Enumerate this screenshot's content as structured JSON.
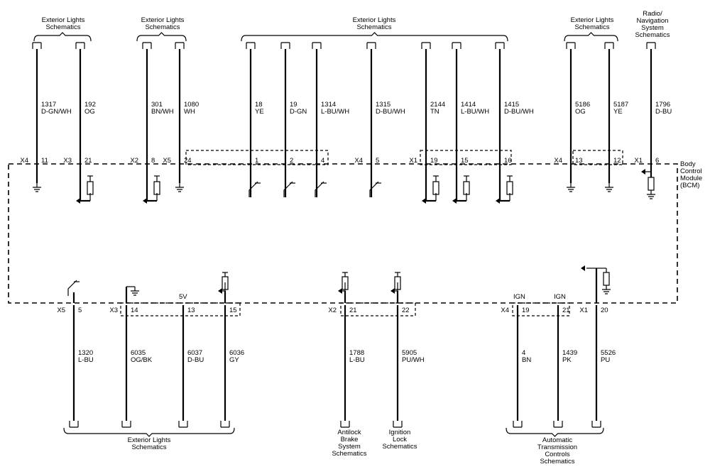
{
  "module": {
    "l1": "Body",
    "l2": "Control",
    "l3": "Module",
    "l4": "(BCM)"
  },
  "headers": {
    "top1": {
      "l1": "Exterior Lights",
      "l2": "Schematics"
    },
    "top2": {
      "l1": "Exterior Lights",
      "l2": "Schematics"
    },
    "top3": {
      "l1": "Exterior Lights",
      "l2": "Schematics"
    },
    "top4": {
      "l1": "Exterior Lights",
      "l2": "Schematics"
    },
    "top5": {
      "l1": "Radio/",
      "l2": "Navigation",
      "l3": "System",
      "l4": "Schematics"
    },
    "bot1": {
      "l1": "Exterior Lights",
      "l2": "Schematics"
    },
    "bot2": {
      "l1": "Antilock",
      "l2": "Brake",
      "l3": "System",
      "l4": "Schematics"
    },
    "bot3": {
      "l1": "Ignition",
      "l2": "Lock",
      "l3": "Schematics"
    },
    "bot4": {
      "l1": "Automatic",
      "l2": "Transmission",
      "l3": "Controls",
      "l4": "Schematics"
    }
  },
  "top_wires": [
    {
      "circuit": "1317",
      "color": "D-GN/WH",
      "conn": "X4",
      "pin": "11",
      "sym": "ground"
    },
    {
      "circuit": "192",
      "color": "OG",
      "conn": "X3",
      "pin": "21",
      "sym": "output"
    },
    {
      "circuit": "301",
      "color": "BN/WH",
      "conn": "X2",
      "pin": "8",
      "sym": "output"
    },
    {
      "circuit": "1080",
      "color": "WH",
      "conn": "X5",
      "pin": "24",
      "sym": "ground"
    },
    {
      "circuit": "18",
      "color": "YE",
      "conn": "",
      "pin": "1",
      "sym": "switch"
    },
    {
      "circuit": "19",
      "color": "D-GN",
      "conn": "",
      "pin": "2",
      "sym": "switch"
    },
    {
      "circuit": "1314",
      "color": "L-BU/WH",
      "conn": "",
      "pin": "4",
      "sym": "switch"
    },
    {
      "circuit": "1315",
      "color": "D-BU/WH",
      "conn": "X4",
      "pin": "5",
      "sym": "switch"
    },
    {
      "circuit": "2144",
      "color": "TN",
      "conn": "X1",
      "pin": "19",
      "sym": "output"
    },
    {
      "circuit": "1414",
      "color": "L-BU/WH",
      "conn": "",
      "pin": "15",
      "sym": "output"
    },
    {
      "circuit": "1415",
      "color": "D-BU/WH",
      "conn": "",
      "pin": "16",
      "sym": "output"
    },
    {
      "circuit": "5186",
      "color": "OG",
      "conn": "X4",
      "pin": "13",
      "sym": "ground"
    },
    {
      "circuit": "5187",
      "color": "YE",
      "conn": "",
      "pin": "12",
      "sym": "ground"
    },
    {
      "circuit": "1796",
      "color": "D-BU",
      "conn": "X1",
      "pin": "6",
      "sym": "input"
    }
  ],
  "bottom_wires": [
    {
      "circuit": "1320",
      "color": "L-BU",
      "conn": "X5",
      "pin": "5",
      "sym": "switch",
      "supply": ""
    },
    {
      "circuit": "6035",
      "color": "OG/BK",
      "conn": "X3",
      "pin": "14",
      "sym": "ground",
      "supply": ""
    },
    {
      "circuit": "6037",
      "color": "D-BU",
      "conn": "",
      "pin": "13",
      "sym": "plain",
      "supply": "5V"
    },
    {
      "circuit": "6036",
      "color": "GY",
      "conn": "",
      "pin": "15",
      "sym": "input",
      "supply": ""
    },
    {
      "circuit": "1788",
      "color": "L-BU",
      "conn": "X2",
      "pin": "21",
      "sym": "input",
      "supply": ""
    },
    {
      "circuit": "5905",
      "color": "PU/WH",
      "conn": "",
      "pin": "22",
      "sym": "input",
      "supply": ""
    },
    {
      "circuit": "4",
      "color": "BN",
      "conn": "X4",
      "pin": "19",
      "sym": "plain",
      "supply": "IGN"
    },
    {
      "circuit": "1439",
      "color": "PK",
      "conn": "",
      "pin": "21",
      "sym": "plain",
      "supply": "IGN"
    },
    {
      "circuit": "5526",
      "color": "PU",
      "conn": "X1",
      "pin": "20",
      "sym": "output",
      "supply": ""
    }
  ]
}
